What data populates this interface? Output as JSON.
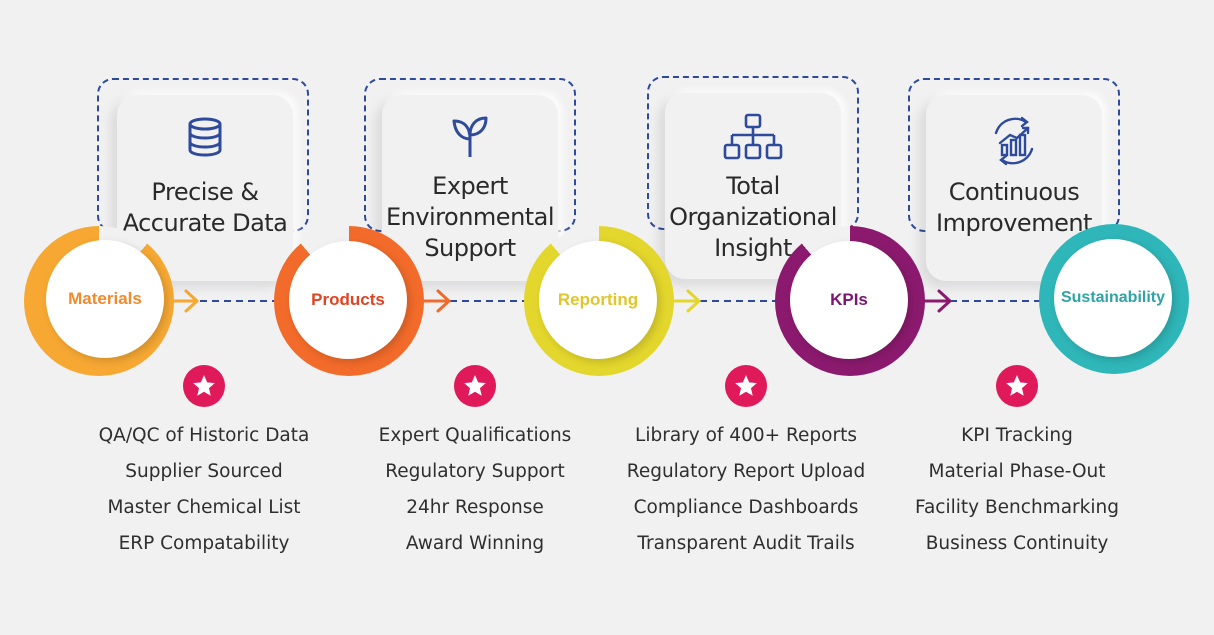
{
  "pillars": [
    {
      "title": "Precise &\nAccurate Data",
      "icon": "database-icon"
    },
    {
      "title": "Expert\nEnvironmental\nSupport",
      "icon": "sprout-icon"
    },
    {
      "title": "Total\nOrganizational\nInsight",
      "icon": "org-chart-icon"
    },
    {
      "title": "Continuous\nImprovement",
      "icon": "growth-cycle-icon"
    }
  ],
  "stages": [
    {
      "label": "Materials",
      "color": "#f6a833"
    },
    {
      "label": "Products",
      "color": "#f26b2a"
    },
    {
      "label": "Reporting",
      "color": "#e3d62c"
    },
    {
      "label": "KPIs",
      "color": "#8b1a6e"
    },
    {
      "label": "Sustainability",
      "color": "#2fb6b8"
    }
  ],
  "feature_groups": [
    {
      "items": [
        "QA/QC of Historic Data",
        "Supplier Sourced",
        "Master Chemical List",
        "ERP Compatability"
      ]
    },
    {
      "items": [
        "Expert Qualifications",
        "Regulatory Support",
        "24hr Response",
        "Award Winning"
      ]
    },
    {
      "items": [
        "Library of 400+ Reports",
        "Regulatory Report Upload",
        "Compliance Dashboards",
        "Transparent Audit Trails"
      ]
    },
    {
      "items": [
        "KPI Tracking",
        "Material Phase-Out",
        "Facility Benchmarking",
        "Business Continuity"
      ]
    }
  ],
  "colors": {
    "dash": "#2d4a9c",
    "icon": "#2d4a9c",
    "star_badge": "#e0195a",
    "background": "#f1f1f2"
  }
}
